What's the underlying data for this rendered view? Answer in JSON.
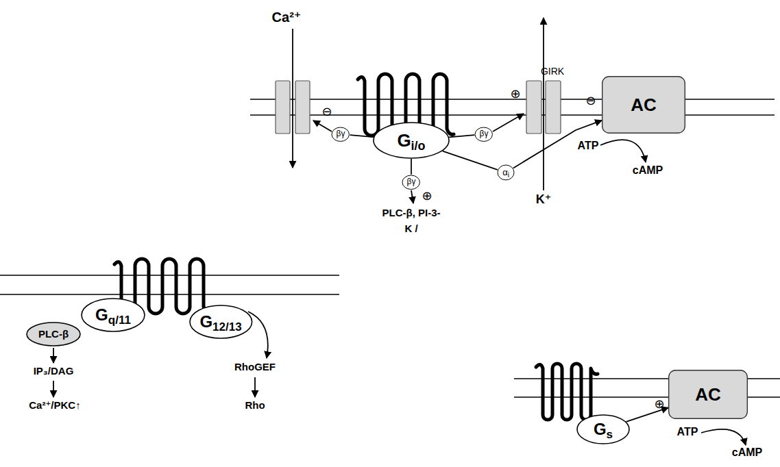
{
  "diagram": {
    "nodes": [
      {
        "text": [
          "Gi/o"
        ]
      },
      {
        "text": [
          "AC"
        ]
      },
      {
        "text": [
          "βγ"
        ]
      },
      {
        "text": [
          "βγ"
        ]
      },
      {
        "text": [
          "αi"
        ]
      },
      {
        "text": [
          "βγ"
        ]
      },
      {
        "text": [
          "Gq/11"
        ]
      },
      {
        "text": [
          "PLC-β"
        ]
      },
      {
        "text": [
          "G12/13"
        ]
      },
      {
        "text": [
          "Gs"
        ]
      },
      {
        "text": [
          "AC"
        ]
      }
    ],
    "edges": [
      {
        "from": 0,
        "to": 2,
        "arrow": "none"
      },
      {
        "from": 0,
        "to": 3,
        "arrow": "none"
      },
      {
        "from": 0,
        "to": 4,
        "arrow": "none"
      },
      {
        "from": 4,
        "to": 1,
        "arrow": "to"
      },
      {
        "from": 0,
        "to": 5,
        "arrow": "none"
      },
      {
        "from": 9,
        "to": 10,
        "arrow": "to"
      }
    ],
    "labels": [
      "Ca²⁺",
      "⊖",
      "GIRK",
      "⊕",
      "K⁺",
      "⊖",
      "ATP",
      "cAMP",
      "⊕",
      "PLC-β, PI-3-K /",
      "IP₃/DAG",
      "Ca²⁺/PKC↑",
      "RhoGEF",
      "Rho",
      "⊕",
      "ATP",
      "cAMP"
    ]
  }
}
